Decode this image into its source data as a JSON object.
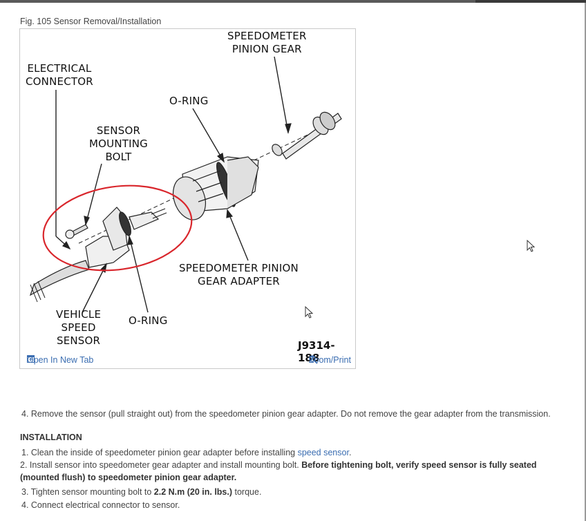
{
  "figure": {
    "caption": "Fig. 105 Sensor Removal/Installation",
    "labels": {
      "speedometer_pinion_gear": [
        "SPEEDOMETER",
        "PINION  GEAR"
      ],
      "electrical_connector": [
        "ELECTRICAL",
        "CONNECTOR"
      ],
      "o_ring_top": "O-RING",
      "sensor_mounting_bolt": [
        "SENSOR",
        "MOUNTING",
        "BOLT"
      ],
      "speedometer_pinion_gear_adapter": [
        "SPEEDOMETER PINION",
        "GEAR ADAPTER"
      ],
      "vehicle_speed_sensor": [
        "VEHICLE",
        "SPEED",
        "SENSOR"
      ],
      "o_ring_bottom": "O-RING"
    },
    "figure_id": "J9314-188",
    "open_in_new_tab": "Open In New Tab",
    "zoom_print": "Zoom/Print"
  },
  "removal": {
    "step4": "4. Remove the sensor (pull straight out) from the speedometer pinion gear adapter. Do not remove the gear adapter from the transmission."
  },
  "installation": {
    "heading": "INSTALLATION",
    "step1_text": "1. Clean the inside of speedometer pinion gear adapter before installing ",
    "step1_link": "speed sensor",
    "step1_end": ".",
    "step2_text": "2. Install sensor into speedometer gear adapter and install mounting bolt. ",
    "step2_bold": "Before tightening bolt, verify speed sensor is fully seated (mounted flush) to speedometer pinion gear adapter.",
    "step3_text": "3. Tighten sensor mounting bolt to ",
    "step3_bold": "2.2 N.m (20 in. lbs.)",
    "step3_end": " torque.",
    "step4": "4. Connect electrical connector to sensor."
  },
  "colors": {
    "link": "#3a6db1",
    "highlight_circle": "#d9262c"
  }
}
